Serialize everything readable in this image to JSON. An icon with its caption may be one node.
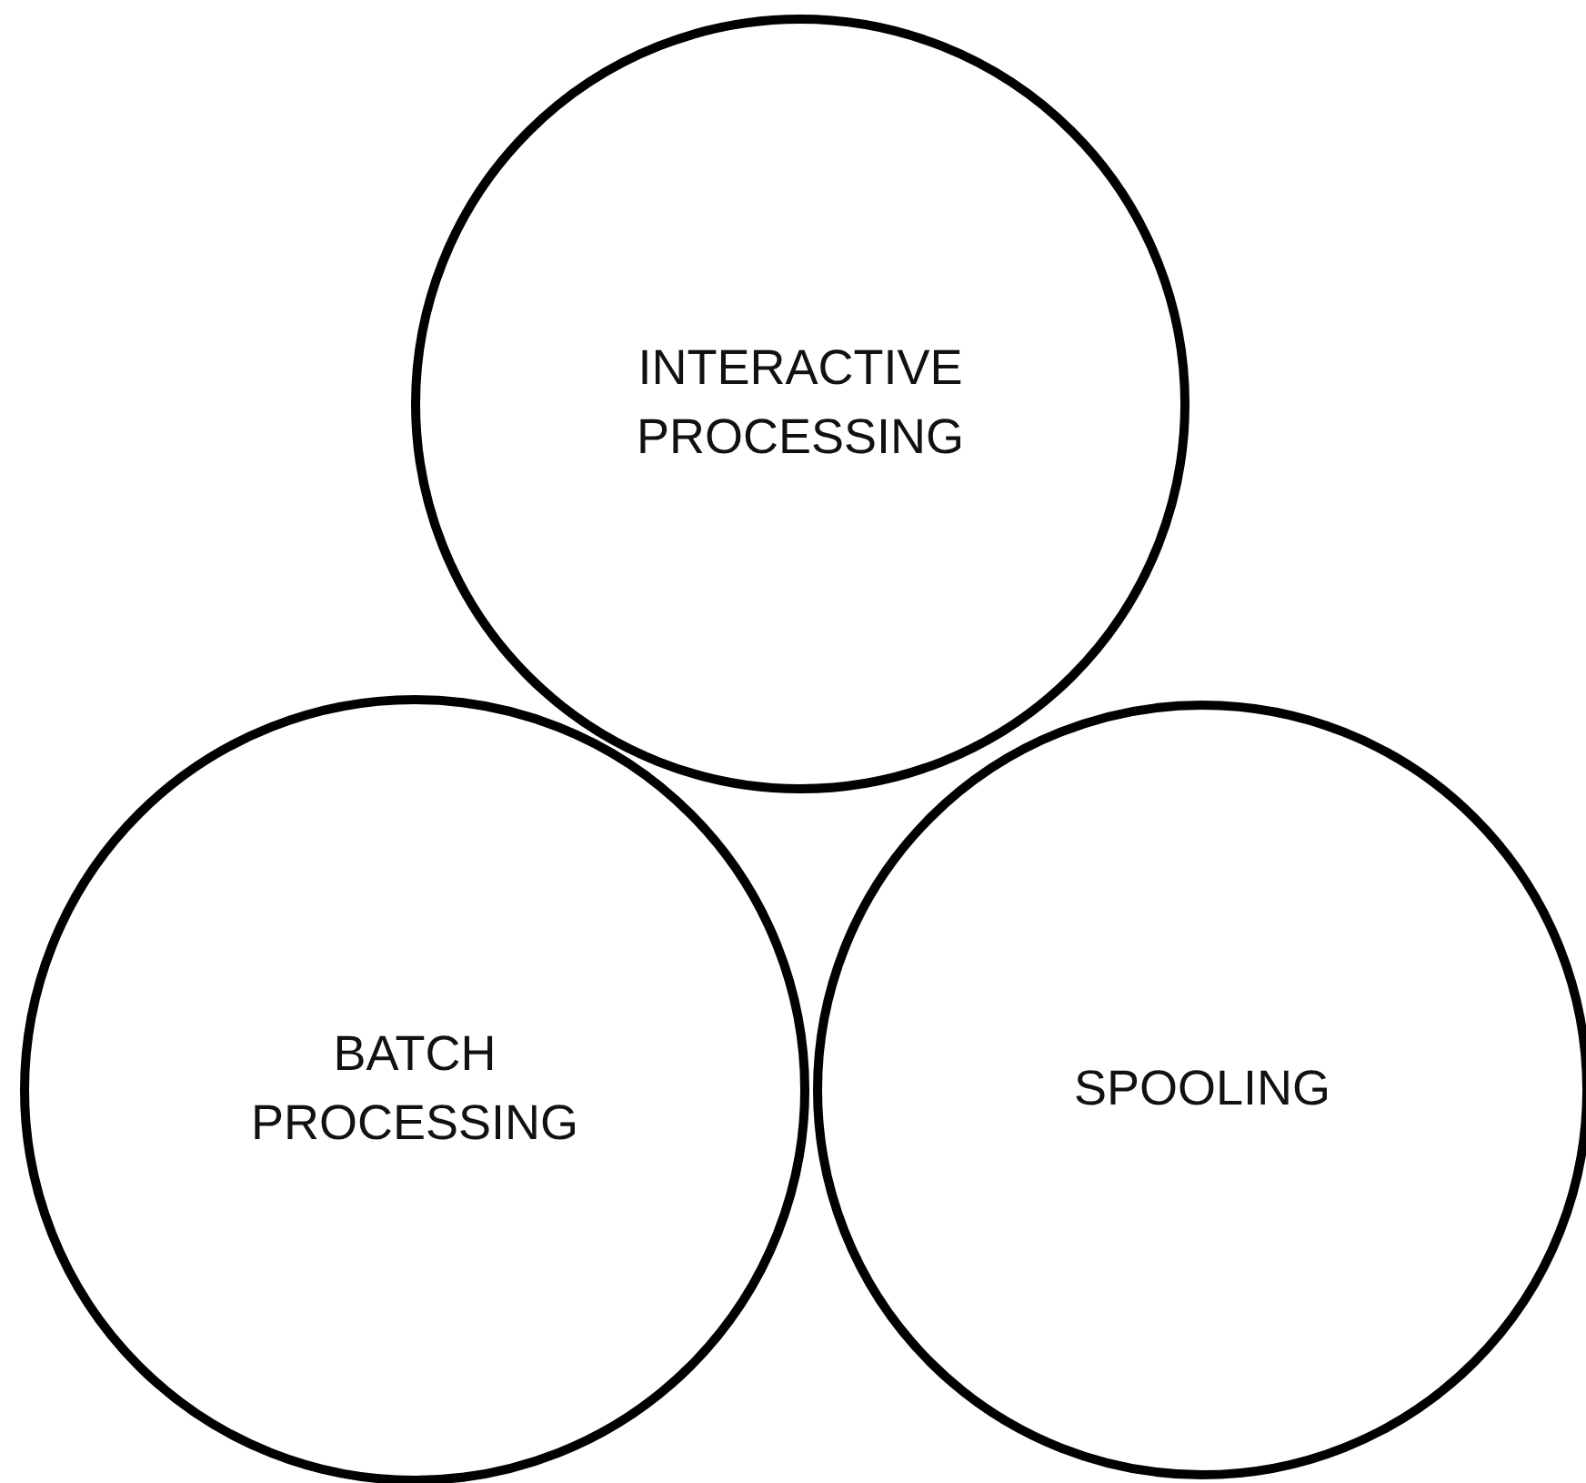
{
  "diagram": {
    "nodes": [
      {
        "text": [
          "INTERACTIVE PROCESSING"
        ]
      },
      {
        "text": [
          "BATCH PROCESSING"
        ]
      },
      {
        "text": [
          "SPOOLING"
        ]
      }
    ]
  }
}
